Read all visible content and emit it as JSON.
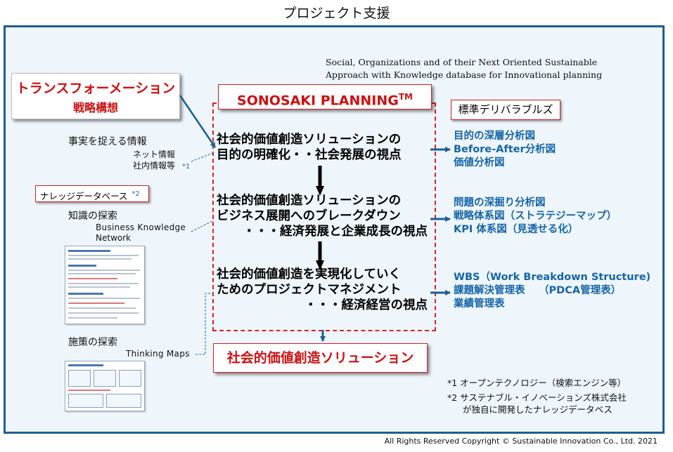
{
  "page_title": "プロジェクト支援",
  "subtitle": {
    "line1": "Social, Organizations and of their Next Oriented Sustainable",
    "line2": "Approach with Knowledge database for Innovational planning"
  },
  "transformation": {
    "line1": "トランスフォーメーション",
    "line2": "戦略構想"
  },
  "brand": {
    "name": "SONOSAKI PLANNING",
    "tm": "TM"
  },
  "steps": [
    {
      "line1": "社会的価値創造ソリューションの",
      "line2": "目的の明確化・・社会発展の視点"
    },
    {
      "line1": "社会的価値創造ソリューションの",
      "line2": "ビジネス展開へのブレークダウン",
      "line3": "・・・経済発展と企業成長の視点"
    },
    {
      "line1": "社会的価値創造を実現化していく",
      "line2": "ためのプロジェクトマネジメント",
      "line3": "・・・経済経営の視点"
    }
  ],
  "final_solution": "社会的価値創造ソリューション",
  "deliverables": {
    "heading": "標準デリバラブルズ",
    "group1": [
      "目的の深層分析図",
      "Before-After分析図",
      "価値分析図"
    ],
    "group2": [
      "問題の深掘り分析図",
      "戦略体系図（ストラテジーマップ）",
      "KPI 体系図（見透せる化）"
    ],
    "group3": [
      "WBS（Work Breakdown Structure)",
      "課題解決管理表　 （PDCA管理表）",
      "業績管理表"
    ]
  },
  "left": {
    "facts_heading": "事実を捉える情報",
    "facts_item1": "ネット情報",
    "facts_item2": "社内情報等",
    "facts_note": "*1",
    "kb_label": "ナレッジデータベース",
    "kb_note": "*2",
    "knowledge_heading": "知識の探索",
    "knowledge_line1": "Business  Knowledge",
    "knowledge_line2": "Network",
    "measures_heading": "施策の探索",
    "measures_label": "Thinking  Maps"
  },
  "footnotes": {
    "n1": "*1 オープンテクノロジー（検索エンジン等）",
    "n2_line1": "*2 サステナブル・イノベーションズ株式会社",
    "n2_line2": "が独自に開発したナレッジデータベス"
  },
  "copyright": "All Rights Reserved Copyright © Sustainable Innovation Co., Ltd.  2021",
  "colors": {
    "frame_border": "#1f5f8f",
    "frame_bg": "#eef6fc",
    "accent_red": "#cc1111",
    "deliverable_blue": "#1565a8",
    "arrow_blue": "#1c5f94"
  },
  "icons": [
    "arrow-down-icon",
    "arrow-right-icon",
    "dashed-connector-icon",
    "document-thumbnail-icon"
  ]
}
